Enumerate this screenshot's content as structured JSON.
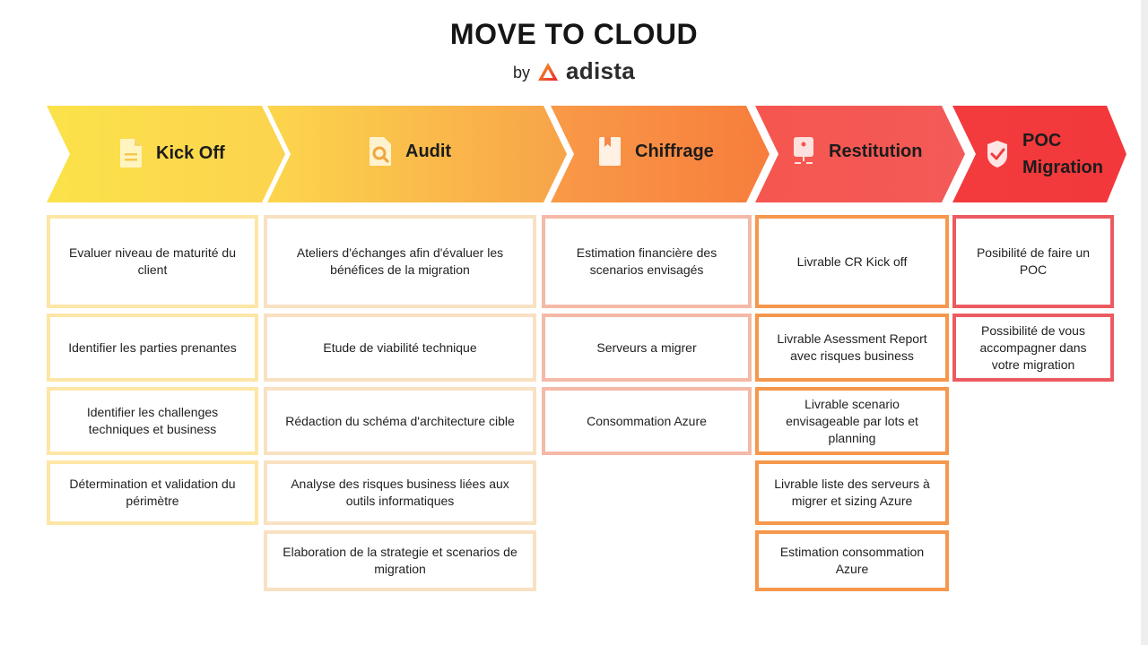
{
  "header": {
    "title": "MOVE TO CLOUD",
    "by": "by",
    "brand": "adista"
  },
  "colors": {
    "kickoff": "#fde3a0",
    "audit": "#f9dfbd",
    "chiffrage": "#f4b6a4",
    "restitution": "#f5954a",
    "poc": "#ec5a60"
  },
  "phases": [
    {
      "label": "Kick Off",
      "icon": "document-icon"
    },
    {
      "label": "Audit",
      "icon": "magnifier-document-icon"
    },
    {
      "label": "Chiffrage",
      "icon": "bookmark-icon"
    },
    {
      "label": "Restitution",
      "icon": "presentation-icon"
    },
    {
      "label": "POC Migration",
      "icon": "checkmark-shield-icon"
    }
  ],
  "columns": {
    "kickoff": [
      "Evaluer niveau de maturité du client",
      "Identifier les parties prenantes",
      "Identifier les challenges techniques et business",
      "Détermination et validation du périmètre"
    ],
    "audit": [
      "Ateliers d'échanges afin d'évaluer les bénéfices de la migration",
      "Etude de viabilité technique",
      "Rédaction du schéma d'architecture cible",
      "Analyse des risques business liées aux outils informatiques",
      "Elaboration de la strategie et scenarios de migration"
    ],
    "chiffrage": [
      "Estimation financière des scenarios envisagés",
      "Serveurs a migrer",
      "Consommation Azure"
    ],
    "restitution": [
      "Livrable CR Kick off",
      "Livrable Asessment Report avec risques business",
      "Livrable scenario envisageable par lots et planning",
      "Livrable liste des serveurs à migrer et sizing Azure",
      "Estimation consommation Azure"
    ],
    "poc": [
      "Posibilité de faire un POC",
      "Possibilité de vous accompagner dans votre migration"
    ]
  }
}
